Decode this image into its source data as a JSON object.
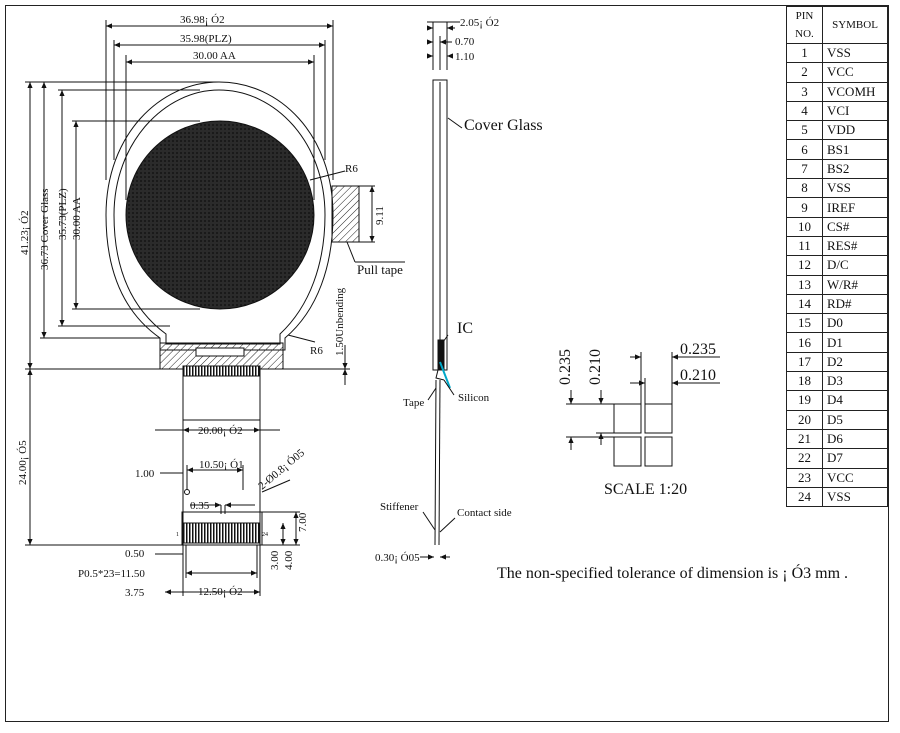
{
  "pin_table": {
    "headers": [
      "PIN NO.",
      "SYMBOL"
    ],
    "rows": [
      {
        "no": "1",
        "sym": "VSS"
      },
      {
        "no": "2",
        "sym": "VCC"
      },
      {
        "no": "3",
        "sym": "VCOMH"
      },
      {
        "no": "4",
        "sym": "VCI"
      },
      {
        "no": "5",
        "sym": "VDD"
      },
      {
        "no": "6",
        "sym": "BS1"
      },
      {
        "no": "7",
        "sym": "BS2"
      },
      {
        "no": "8",
        "sym": "VSS"
      },
      {
        "no": "9",
        "sym": "IREF"
      },
      {
        "no": "10",
        "sym": "CS#"
      },
      {
        "no": "11",
        "sym": "RES#"
      },
      {
        "no": "12",
        "sym": "D/C"
      },
      {
        "no": "13",
        "sym": "W/R#"
      },
      {
        "no": "14",
        "sym": "RD#"
      },
      {
        "no": "15",
        "sym": "D0"
      },
      {
        "no": "16",
        "sym": "D1"
      },
      {
        "no": "17",
        "sym": "D2"
      },
      {
        "no": "18",
        "sym": "D3"
      },
      {
        "no": "19",
        "sym": "D4"
      },
      {
        "no": "20",
        "sym": "D5"
      },
      {
        "no": "21",
        "sym": "D6"
      },
      {
        "no": "22",
        "sym": "D7"
      },
      {
        "no": "23",
        "sym": "VCC"
      },
      {
        "no": "24",
        "sym": "VSS"
      }
    ]
  },
  "front_view": {
    "dim_overall_width": "36.98¡ Ó2",
    "dim_plz_width": "35.98(PLZ)",
    "dim_aa_width": "30.00 AA",
    "dim_overall_height": "41.23¡ Ó2",
    "dim_cover_glass_height": "36.73 Cover Glass",
    "dim_plz_height": "35.73(PLZ)",
    "dim_aa_height": "30.00 AA",
    "radius_top": "R6",
    "radius_bottom": "R6",
    "pull_tape_height": "9.11",
    "pull_tape_label": "Pull tape",
    "unbending": "1.50Unbending",
    "fpc_length": "24.00¡ Ó5",
    "fpc_width": "20.00¡ Ó2",
    "pitch_span": "10.50¡ Ó1",
    "hole_dim": "2-Ø0.8¡ Ó05",
    "dim_1_00": "1.00",
    "dim_0_35": "0.35",
    "dim_7_00": "7.00",
    "dim_0_50": "0.50",
    "dim_3_00": "3.00",
    "dim_4_00": "4.00",
    "pitch_total": "P0.5*23=11.50",
    "dim_3_75": "3.75",
    "dim_12_50": "12.50¡ Ó2",
    "pin_first": "1",
    "pin_last": "24"
  },
  "side_view": {
    "dim_total": "2.05¡ Ó2",
    "dim_0_70": "0.70",
    "dim_1_10": "1.10",
    "cover_glass": "Cover Glass",
    "ic": "IC",
    "tape": "Tape",
    "silicon": "Silicon",
    "stiffener": "Stiffener",
    "contact_side": "Contact side",
    "fpc_thickness": "0.30¡ Ó05"
  },
  "pixel_detail": {
    "v_0_235": "0.235",
    "v_0_210": "0.210",
    "h_0_235": "0.235",
    "h_0_210": "0.210",
    "scale": "SCALE 1:20"
  },
  "note": "The non-specified tolerance of dimension is ¡ Ó3 mm ."
}
